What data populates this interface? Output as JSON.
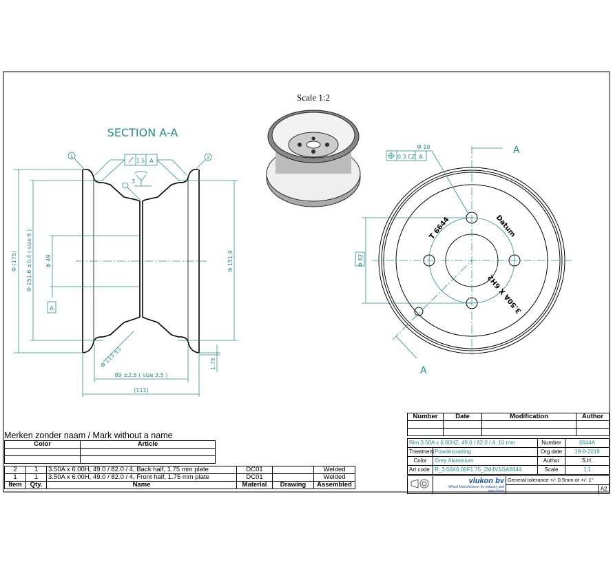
{
  "scale_label": "Scale 1:2",
  "section": {
    "title": "SECTION A-A",
    "balloons": [
      "1",
      "2",
      "3"
    ],
    "tolerance_frame": {
      "value": "1.5",
      "datum": "A"
    },
    "datum_label": "A",
    "dims": {
      "outer_dia": "Φ (175)",
      "bead_dia": "Φ 151.6 ±0.4 ( size 6 )",
      "hub_dia": "Φ 49",
      "right_dia": "Φ 151.9",
      "thickness": "1.75",
      "angle_dia": "Φ 113 ±1",
      "inner_width": "89 ±2.5 ( size 3.5 )",
      "overall_width": "(111)"
    }
  },
  "front": {
    "section_marker": "A",
    "hole_dia": "Φ 10",
    "position_frame": {
      "tol": "0.3 CZ",
      "datum": "A"
    },
    "bolt_circle": "Φ 82",
    "stamp_1": "T 6644",
    "stamp_2": "Datum",
    "stamp_3": "3.50A X 6H2"
  },
  "marks_table": {
    "title": "Merken zonder naam / Mark without a name",
    "headers": [
      "Color",
      "Article"
    ]
  },
  "parts_table": {
    "headers": [
      "Item",
      "Qty.",
      "Name",
      "Material",
      "Drawing",
      "Assembled"
    ],
    "rows": [
      {
        "item": "2",
        "qty": "1",
        "name": "3.50A x 6.00H,  49.0 / 82.0 / 4, Back half, 1.75 mm plate",
        "material": "DC01",
        "drawing": "",
        "assembled": "Welded"
      },
      {
        "item": "1",
        "qty": "1",
        "name": "3.50A x 6.00H,  49.0 / 82.0 / 4, Front half, 1.75 mm plate",
        "material": "DC01",
        "drawing": "",
        "assembled": "Welded"
      }
    ]
  },
  "revision_table": {
    "headers": [
      "Number",
      "Date",
      "Modification",
      "Author"
    ]
  },
  "title_block": {
    "description": "Rim 3.50A x 6.00HZ,  49.0 / 82.0 / 4,  10 mm",
    "number_label": "Number",
    "number": "6644A",
    "treatment_label": "Treatment",
    "treatment": "Powdercoating",
    "org_date_label": "Org date",
    "org_date": "19-8-2019",
    "color_label": "Color",
    "color": "Grey Aluminium",
    "author_label": "Author",
    "author": "S.H.",
    "art_code_label": "Art code",
    "art_code": "R_3.50X6.00F1.75_2M4V1GA6644",
    "scale_label": "Scale",
    "scale": "1:1",
    "company": "vlukon bv",
    "company_tagline": "Wheel Manufacturer for industry and agriculture",
    "tolerance": "General tolerance +/- 0.5mm or +/- 1°",
    "sheet_size": "A2"
  },
  "colors": {
    "dimension": "#2a8a8a",
    "line": "#000000"
  }
}
